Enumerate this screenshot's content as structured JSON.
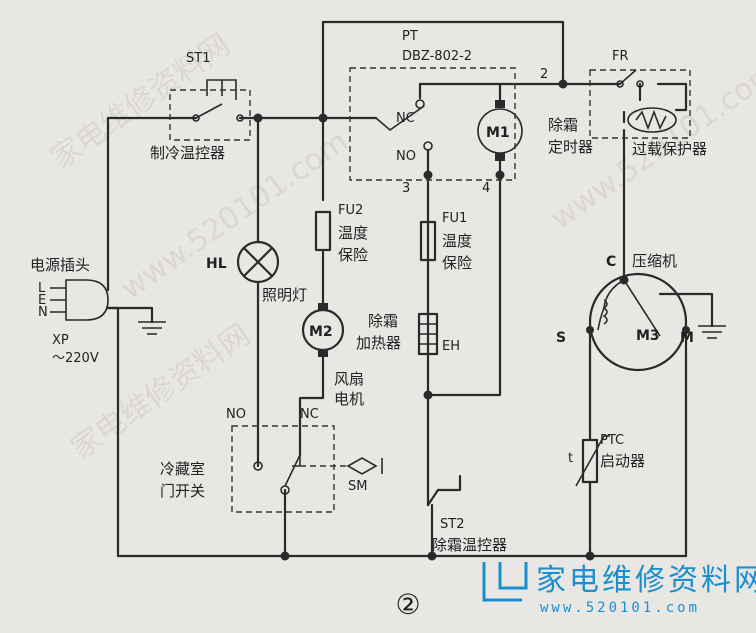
{
  "title": "②",
  "watermarks": [
    "家电维修资料网",
    "www.520101.com",
    "家电维修资料网",
    "www.520101.com"
  ],
  "brand": {
    "name": "家电维修资料网",
    "url": "www.520101.com",
    "color": "#1a8fd0"
  },
  "labels": {
    "st1": "ST1",
    "st1_name": "制冷温控器",
    "pt": "PT",
    "pt_model": "DBZ-802-2",
    "pt_nc": "NC",
    "pt_no": "NO",
    "pt_2": "2",
    "pt_3": "3",
    "pt_4": "4",
    "m1": "M1",
    "pt_name1": "除霜",
    "pt_name2": "定时器",
    "fr": "FR",
    "fr_name": "过载保护器",
    "plug": "电源插头",
    "l": "L",
    "e": "E",
    "n": "N",
    "xp": "XP",
    "voltage": "～220V",
    "hl": "HL",
    "hl_name": "照明灯",
    "fu2": "FU2",
    "fu2_name1": "温度",
    "fu2_name2": "保险",
    "fu1": "FU1",
    "fu1_name1": "温度",
    "fu1_name2": "保险",
    "m2": "M2",
    "m2_name1": "风扇",
    "m2_name2": "电机",
    "eh_name1": "除霜",
    "eh_name2": "加热器",
    "eh": "EH",
    "c": "C",
    "comp": "压缩机",
    "s": "S",
    "m3": "M3",
    "m": "M",
    "ptc": "PTC",
    "ptc_name": "启动器",
    "ptc_t": "t",
    "sw_no": "NO",
    "sw_nc": "NC",
    "door1": "冷藏室",
    "door2": "门开关",
    "sm": "SM",
    "st2": "ST2",
    "st2_name": "除霜温控器"
  }
}
